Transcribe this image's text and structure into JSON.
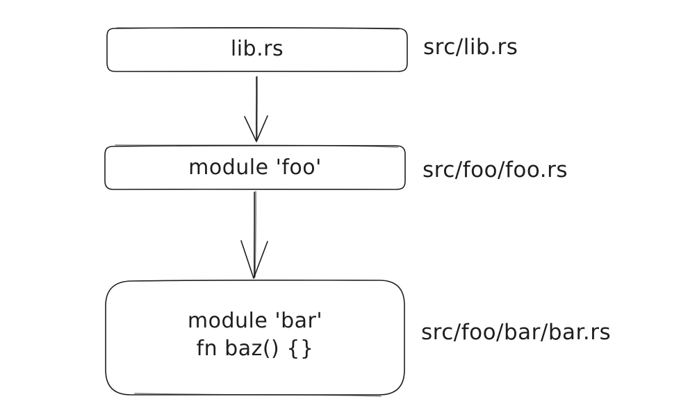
{
  "diagram": {
    "nodes": [
      {
        "id": "lib",
        "lines": [
          "lib.rs"
        ],
        "path": "src/lib.rs"
      },
      {
        "id": "foo",
        "lines": [
          "module 'foo'"
        ],
        "path": "src/foo/foo.rs"
      },
      {
        "id": "bar",
        "lines": [
          "module 'bar'",
          "fn baz() {}"
        ],
        "path": "src/foo/bar/bar.rs"
      }
    ],
    "edges": [
      {
        "from": "lib",
        "to": "foo"
      },
      {
        "from": "foo",
        "to": "bar"
      }
    ]
  },
  "colors": {
    "stroke": "#1e1e1e",
    "background": "#ffffff"
  }
}
